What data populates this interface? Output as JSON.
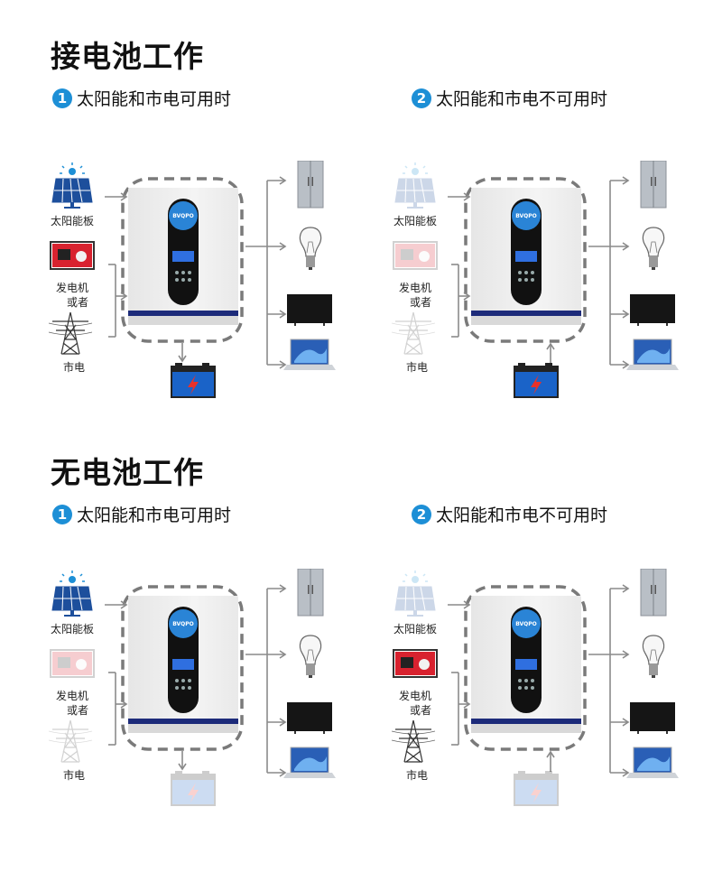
{
  "sections": [
    {
      "title": "接电池工作",
      "cases": [
        {
          "number": "1",
          "label": "太阳能和市电可用时",
          "solar_active": true,
          "generator_active": true,
          "grid_active": true,
          "battery_active": true,
          "battery_flow": "charge"
        },
        {
          "number": "2",
          "label": "太阳能和市电不可用时",
          "solar_active": false,
          "generator_active": false,
          "grid_active": false,
          "battery_active": true,
          "battery_flow": "discharge"
        }
      ]
    },
    {
      "title": "无电池工作",
      "cases": [
        {
          "number": "1",
          "label": "太阳能和市电可用时",
          "solar_active": true,
          "generator_active": false,
          "grid_active": false,
          "battery_active": false,
          "battery_flow": "charge"
        },
        {
          "number": "2",
          "label": "太阳能和市电不可用时",
          "solar_active": false,
          "generator_active": true,
          "grid_active": true,
          "battery_active": false,
          "battery_flow": "discharge"
        }
      ]
    }
  ],
  "labels": {
    "solar_panel": "太阳能板",
    "generator_line1": "发电机",
    "generator_line2": "或者",
    "grid": "市电",
    "inverter_brand": "BVQPO"
  },
  "colors": {
    "accent_blue": "#1d8fd6",
    "generator_red": "#d8222f",
    "battery_blue": "#1a63c8",
    "dashed_border": "#7a7a7a",
    "arrow_gray": "#8a8a8a"
  },
  "icons": [
    "solar-panel-icon",
    "generator-icon",
    "power-tower-icon",
    "refrigerator-icon",
    "light-bulb-icon",
    "tv-icon",
    "laptop-icon",
    "battery-icon"
  ]
}
